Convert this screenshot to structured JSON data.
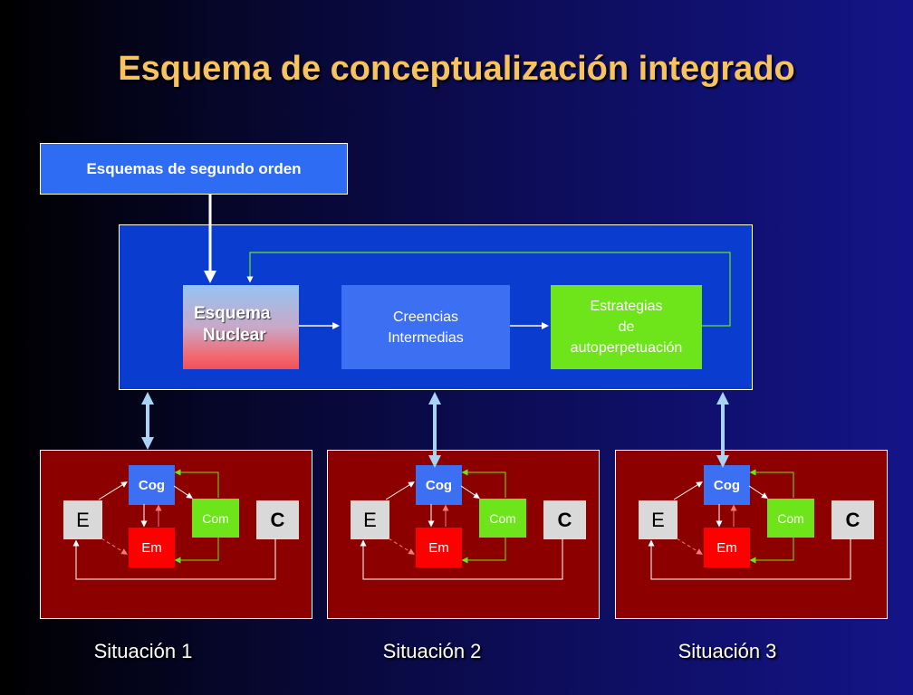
{
  "title": "Esquema de conceptualización integrado",
  "second_order": "Esquemas de segundo orden",
  "nucleus": {
    "nuclear_line1": "Esquema",
    "nuclear_line2": "Nuclear",
    "creencias_line1": "Creencias",
    "creencias_line2": "Intermedias",
    "estrategias_line1": "Estrategias",
    "estrategias_line2": "de",
    "estrategias_line3": "autoperpetuación"
  },
  "situation_box": {
    "e": "E",
    "c": "C",
    "cog": "Cog",
    "em": "Em",
    "com": "Com"
  },
  "situations": [
    "Situación  1",
    "Situación  2",
    "Situación  3"
  ],
  "colors": {
    "title": "#f7c35f",
    "blue_box": "#2f6cf4",
    "panel_blue": "#0a3ccf",
    "green": "#6ee41a",
    "red": "#ff0000",
    "situation_bg": "#8d0000",
    "connector": "#a9d3f5"
  }
}
